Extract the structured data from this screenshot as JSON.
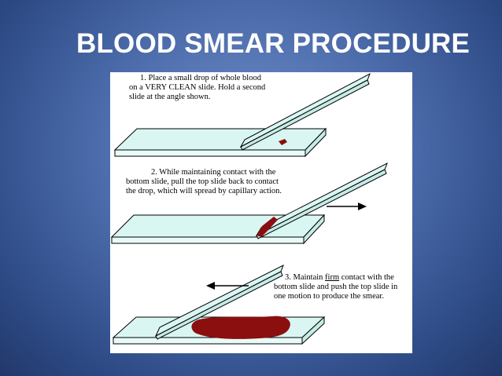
{
  "slide": {
    "title": "BLOOD SMEAR PROCEDURE",
    "colors": {
      "background": "#4a6aa9",
      "title_text": "#ffffff",
      "panel": "#ffffff",
      "slide_fill": "#d9f6f2",
      "blood": "#8b0f0f"
    }
  },
  "steps": [
    {
      "lines": [
        "1.  Place a small drop of whole blood",
        "on a VERY CLEAN slide.  Hold a second",
        "slide at the angle shown."
      ]
    },
    {
      "lines": [
        "2.   While maintaining contact with the",
        "bottom slide, pull the top slide back to contact",
        "the drop, which will spread by capillary action."
      ]
    },
    {
      "line1_before": "3.  Maintain ",
      "line1_emph": "firm",
      "line1_after": " contact with the",
      "lines_rest": [
        "bottom slide and push the top slide in",
        "one motion to produce the smear."
      ]
    }
  ],
  "icons": {
    "step2_arrow": "right-arrow-icon",
    "step3_arrow": "left-arrow-icon"
  }
}
